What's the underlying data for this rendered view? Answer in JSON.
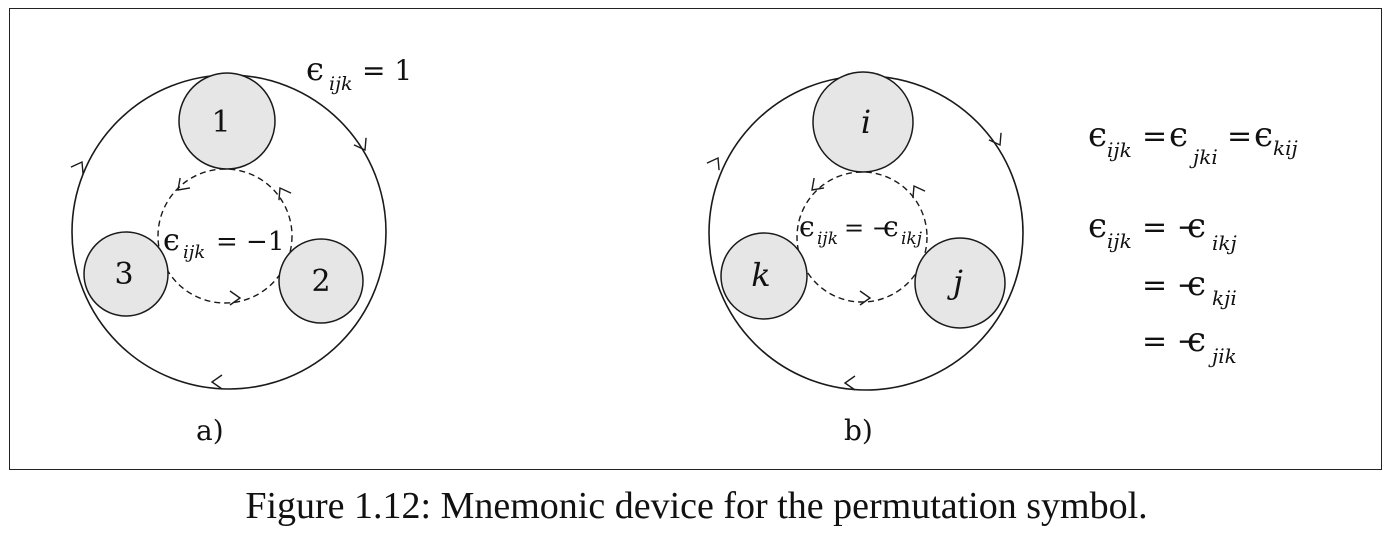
{
  "caption": "Figure 1.12: Mnemonic device for the permutation symbol.",
  "colors": {
    "node_fill": "#e6e6e6",
    "stroke": "#1a1a1a"
  },
  "panel_a": {
    "label": "a)",
    "nodes": {
      "top": "1",
      "right": "2",
      "left": "3"
    },
    "outer_relation": {
      "sym": "ϵ",
      "sub": "ijk",
      "rhs": "= 1"
    },
    "inner_relation": {
      "sym": "ϵ",
      "sub": "ijk",
      "rhs": "= −1"
    }
  },
  "panel_b": {
    "label": "b)",
    "nodes": {
      "top": "i",
      "right": "j",
      "left": "k"
    },
    "inner_relation": {
      "sym": "ϵ",
      "sub": "ijk",
      "eq": "= −",
      "sym2": "ϵ",
      "sub2": "ikj"
    }
  },
  "identities": {
    "cyclic": {
      "s1": "ijk",
      "eq1": "=",
      "s2": "jki",
      "eq2": "=",
      "s3": "kij"
    },
    "anti_first": {
      "s1": "ijk",
      "eq": "= −",
      "s2": "ikj"
    },
    "anti_second": {
      "eq": "= −",
      "s2": "kji"
    },
    "anti_third": {
      "eq": "= −",
      "s2": "jik"
    },
    "sym": "ϵ"
  }
}
